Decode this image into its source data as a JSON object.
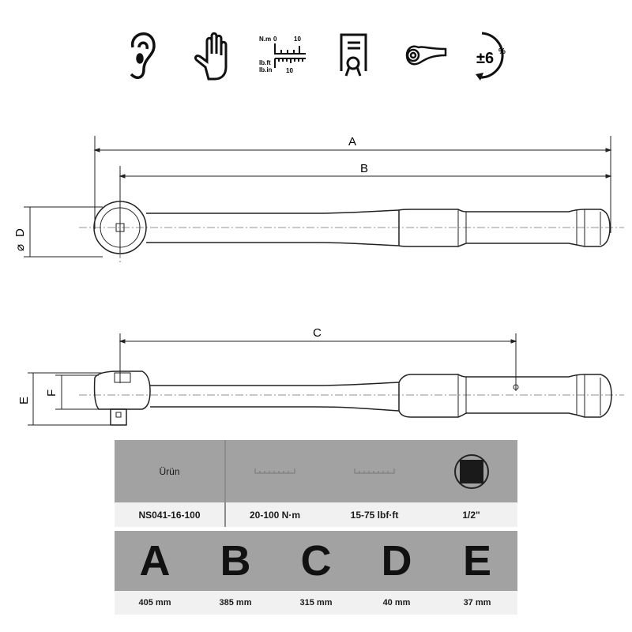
{
  "icons": [
    {
      "name": "ear-icon"
    },
    {
      "name": "hand-icon"
    },
    {
      "name": "scale-icon",
      "top_unit": "N.m",
      "top_0": "0",
      "top_10": "10",
      "bottom_unit1": "lb.ft",
      "bottom_unit2": "lb.in",
      "bottom_10": "10"
    },
    {
      "name": "certificate-icon"
    },
    {
      "name": "ratchet-icon"
    },
    {
      "name": "accuracy-icon",
      "label": "±6",
      "percent": "%"
    }
  ],
  "drawing": {
    "A": "A",
    "B": "B",
    "C": "C",
    "D": "D",
    "diameter": "⌀",
    "E": "E",
    "F": "F"
  },
  "spec_table": {
    "header": {
      "product": "Ürün",
      "socket_icon": "square-drive-icon"
    },
    "row": {
      "product": "NS041-16-100",
      "nm": "20-100 N·m",
      "lbf": "15-75 lbf·ft",
      "drive": "1/2\""
    }
  },
  "dimensions_table": {
    "letters": [
      "A",
      "B",
      "C",
      "D",
      "E"
    ],
    "values": [
      "405 mm",
      "385 mm",
      "315 mm",
      "40 mm",
      "37 mm"
    ]
  },
  "colors": {
    "header_bg": "#a2a2a2",
    "row_bg": "#f1f1f1"
  }
}
